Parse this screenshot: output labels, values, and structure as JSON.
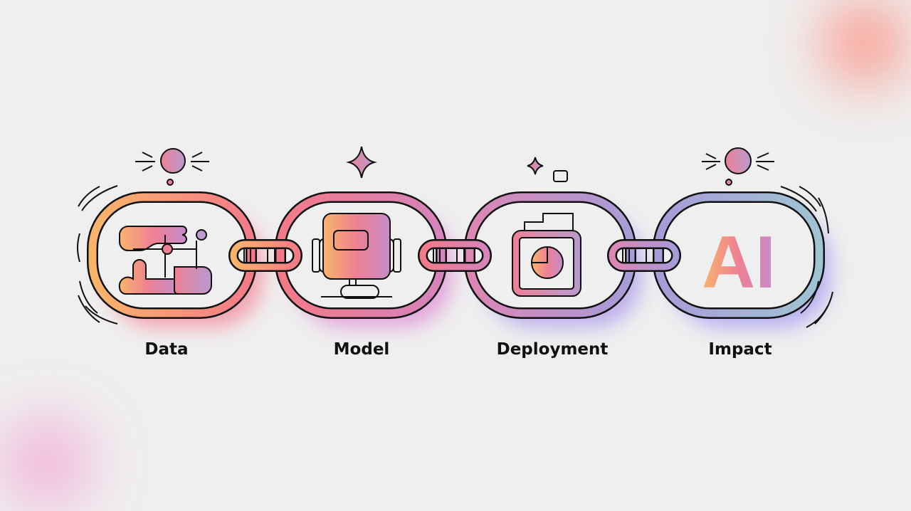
{
  "stages": [
    {
      "label": "Data",
      "icon": "data-flow-icon",
      "colors": [
        "#f9b46a",
        "#f27a88"
      ],
      "glow": "#f5607a"
    },
    {
      "label": "Model",
      "icon": "monitor-icon",
      "colors": [
        "#f27a88",
        "#d584bc"
      ],
      "glow": "#d65ac8"
    },
    {
      "label": "Deployment",
      "icon": "deploy-chart-icon",
      "colors": [
        "#dc86b4",
        "#a79cd8"
      ],
      "glow": "#8a6ee8"
    },
    {
      "label": "Impact",
      "icon": "ai-icon",
      "colors": [
        "#a99bd6",
        "#9fc4d2"
      ],
      "glow": "#7d6ef0"
    }
  ],
  "impact_icon_text": "AI",
  "accent_colors": {
    "outline": "#111111",
    "background": "#efefef",
    "corner_top_right": "#ff6a6a",
    "corner_bottom_left": "#f0a0d0"
  }
}
